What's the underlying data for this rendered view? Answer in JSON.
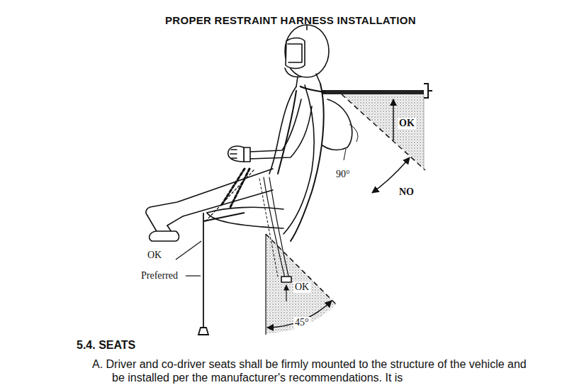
{
  "diagram": {
    "title": "PROPER RESTRAINT HARNESS INSTALLATION",
    "labels": [
      "OK",
      "90°",
      "NO",
      "OK",
      "Preferred",
      "OK",
      "45°",
      "5.4. SEATS",
      "A. Driver and co-driver seats shall be firmly mounted to the structure of the vehicle and be installed per the manufacturer's recommendations. It is"
    ]
  }
}
